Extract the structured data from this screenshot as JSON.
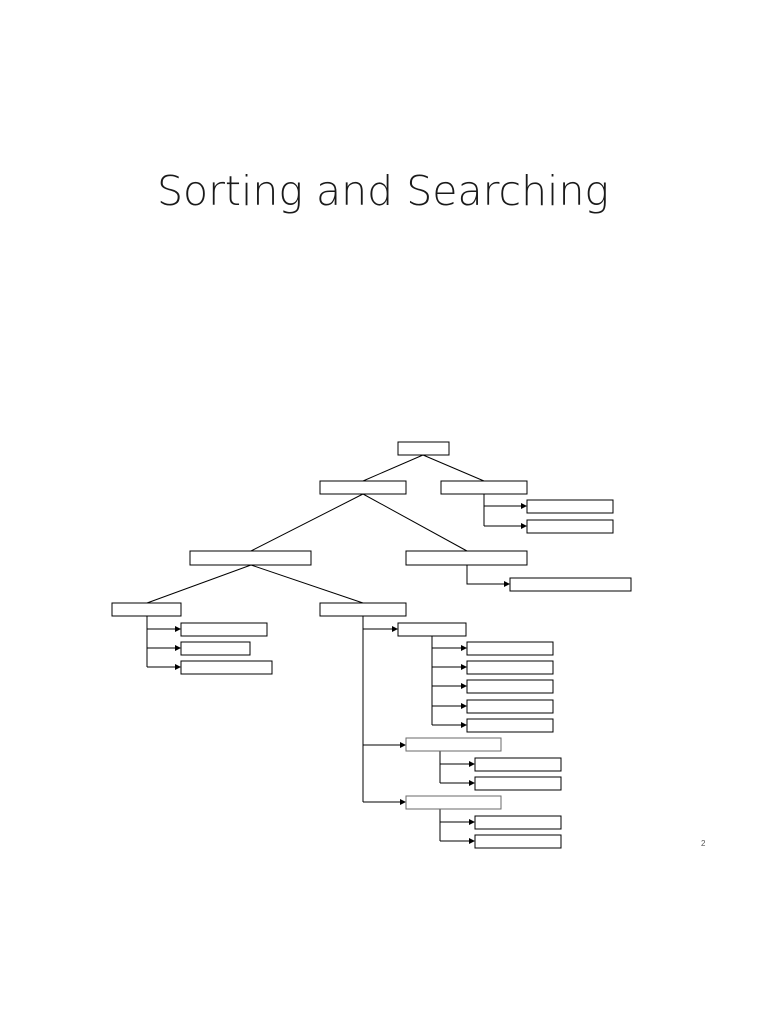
{
  "slide": {
    "title": "Sorting and Searching",
    "page_number": "2"
  },
  "diagram": {
    "type": "hierarchy-tree",
    "node_labels_visible": false,
    "colors": {
      "line": "#000000",
      "box_fill": "#ffffff",
      "light_box_border": "#6a6a6a"
    }
  }
}
